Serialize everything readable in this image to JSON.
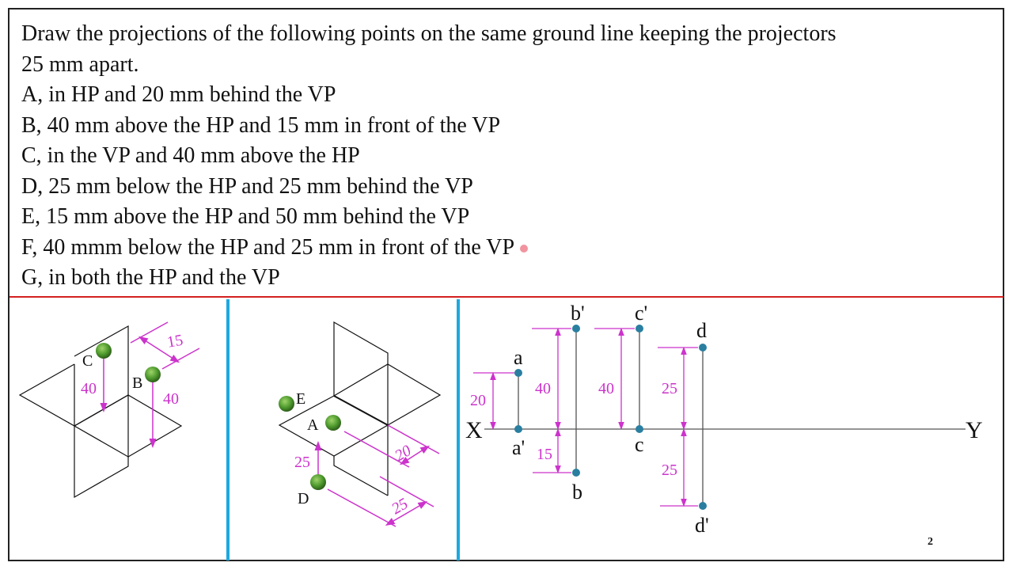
{
  "problem": {
    "lines": [
      "Draw the projections of the following points on the same ground line keeping the projectors",
      "25 mm apart.",
      "A, in HP and 20 mm behind the VP",
      "B, 40 mm above the HP and 15 mm in front of the VP",
      "C, in the VP and 40 mm above the HP",
      "D, 25 mm below the HP and 25 mm behind the VP",
      "E, 15 mm above the HP and 50 mm behind the VP",
      "F, 40 mmm below the HP and 25 mm in front of the VP",
      "G, in both the HP and the VP"
    ]
  },
  "pictorial_1": {
    "labels": {
      "c": "C",
      "b": "B"
    },
    "dims": {
      "c_height": "40",
      "b_height": "40",
      "b_front": "15"
    }
  },
  "pictorial_2": {
    "labels": {
      "e": "E",
      "a": "A",
      "d": "D"
    },
    "dims": {
      "d_below": "25",
      "a_behind": "20",
      "d_behind": "25"
    }
  },
  "orthographic": {
    "axis": {
      "x": "X",
      "y": "Y"
    },
    "points": {
      "a": "a",
      "a_prime": "a'",
      "b": "b",
      "b_prime": "b'",
      "c": "c",
      "c_prime": "c'",
      "d": "d",
      "d_prime": "d'"
    },
    "dims": {
      "a": "20",
      "b_top": "40",
      "b_bottom": "15",
      "c": "40",
      "d_top": "25",
      "d_bottom": "25"
    }
  },
  "colors": {
    "border": "#222222",
    "rule": "#d42020",
    "divider": "#1ea8e0",
    "dim": "#cc33cc",
    "point": "#2a7fa0",
    "sphere": "#4e9a2e"
  },
  "page_number": "2"
}
